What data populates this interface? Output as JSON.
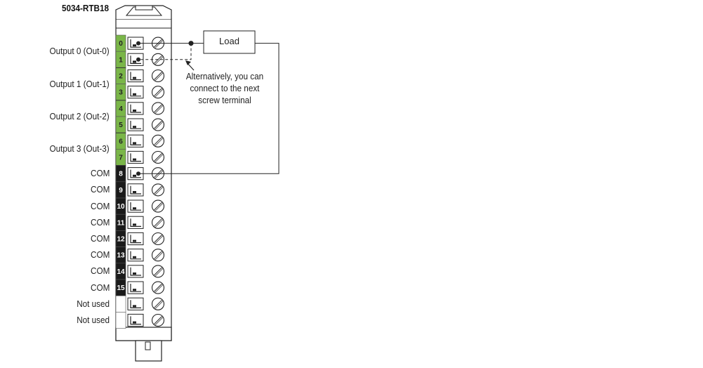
{
  "diagram": {
    "title": "5034-RTB18",
    "load_label": "Load",
    "note_lines": [
      "Alternatively, you can",
      "connect to the next",
      "screw terminal"
    ],
    "left_labels": [
      {
        "text": "Output 0 (Out-0)",
        "row": 0.5
      },
      {
        "text": "Output 1 (Out-1)",
        "row": 2.5
      },
      {
        "text": "Output 2 (Out-2)",
        "row": 4.5
      },
      {
        "text": "Output 3 (Out-3)",
        "row": 6.5
      },
      {
        "text": "COM",
        "row": 8
      },
      {
        "text": "COM",
        "row": 9
      },
      {
        "text": "COM",
        "row": 10
      },
      {
        "text": "COM",
        "row": 11
      },
      {
        "text": "COM",
        "row": 12
      },
      {
        "text": "COM",
        "row": 13
      },
      {
        "text": "COM",
        "row": 14
      },
      {
        "text": "COM",
        "row": 15
      },
      {
        "text": "Not used",
        "row": 16
      },
      {
        "text": "Not used",
        "row": 17
      }
    ],
    "terminals": [
      {
        "num": "0",
        "type": "output"
      },
      {
        "num": "1",
        "type": "output"
      },
      {
        "num": "2",
        "type": "output"
      },
      {
        "num": "3",
        "type": "output"
      },
      {
        "num": "4",
        "type": "output"
      },
      {
        "num": "5",
        "type": "output"
      },
      {
        "num": "6",
        "type": "output"
      },
      {
        "num": "7",
        "type": "output"
      },
      {
        "num": "8",
        "type": "com"
      },
      {
        "num": "9",
        "type": "com"
      },
      {
        "num": "10",
        "type": "com"
      },
      {
        "num": "11",
        "type": "com"
      },
      {
        "num": "12",
        "type": "com"
      },
      {
        "num": "13",
        "type": "com"
      },
      {
        "num": "14",
        "type": "com"
      },
      {
        "num": "15",
        "type": "com"
      },
      {
        "num": "",
        "type": "unused"
      },
      {
        "num": "",
        "type": "unused"
      }
    ],
    "connections": {
      "solid_terminals": [
        "0",
        "8"
      ],
      "alternative_terminal": "1"
    },
    "colors": {
      "output": "#7ab648",
      "com": "#1a1a1a",
      "unused": "#ffffff",
      "line": "#222222"
    }
  }
}
